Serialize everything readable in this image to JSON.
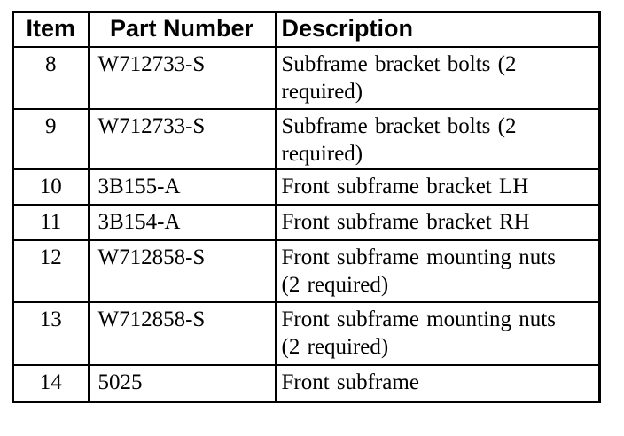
{
  "colors": {
    "background": "#ffffff",
    "border": "#000000",
    "text": "#000000"
  },
  "table": {
    "headers": {
      "item": "Item",
      "part_number": "Part Number",
      "description": "Description"
    },
    "rows": [
      {
        "item": "8",
        "part_number": "W712733-S",
        "description": "Subframe bracket bolts (2\nrequired)"
      },
      {
        "item": "9",
        "part_number": "W712733-S",
        "description": "Subframe bracket bolts (2\nrequired)"
      },
      {
        "item": "10",
        "part_number": "3B155-A",
        "description": "Front subframe bracket LH"
      },
      {
        "item": "11",
        "part_number": "3B154-A",
        "description": "Front subframe bracket RH"
      },
      {
        "item": "12",
        "part_number": "W712858-S",
        "description": "Front subframe mounting nuts\n(2 required)"
      },
      {
        "item": "13",
        "part_number": "W712858-S",
        "description": "Front subframe mounting nuts\n(2 required)"
      },
      {
        "item": "14",
        "part_number": "5025",
        "description": "Front subframe"
      }
    ]
  }
}
